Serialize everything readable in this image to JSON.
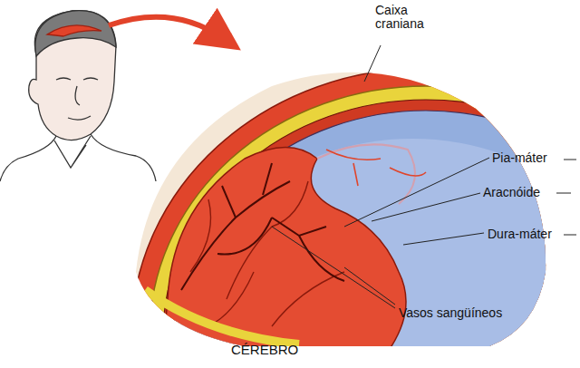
{
  "diagram": {
    "caption": "CÉREBRO",
    "labels": [
      "Caixa craniana",
      "Pia-máter",
      "Aracnóide",
      "Dura-máter",
      "Vasos sangüíneos"
    ]
  }
}
